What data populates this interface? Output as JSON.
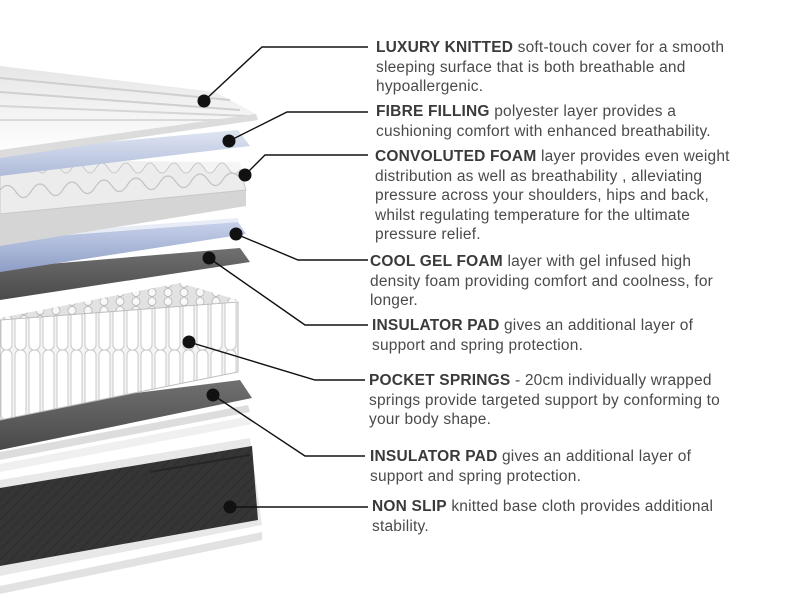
{
  "colors": {
    "text": "#4a4a4a",
    "heading": "#3a3a3a",
    "leader": "#111111",
    "cover": "#f2f2f2",
    "fibre": "#c9d3e8",
    "gel": "#b7c4e0",
    "pad": "#5e5e5e",
    "base": "#3a3a3a"
  },
  "callouts": [
    {
      "id": "luxury-knitted",
      "heading": "LUXURY KNITTED",
      "lines": [
        "soft-touch cover for a smooth",
        "sleeping surface that is both breathable and",
        "hypoallergenic."
      ]
    },
    {
      "id": "fibre-filling",
      "heading": "FIBRE FILLING",
      "lines": [
        "polyester layer provides a",
        "cushioning comfort with enhanced breathability."
      ]
    },
    {
      "id": "convoluted-foam",
      "heading": "CONVOLUTED FOAM",
      "lines": [
        "layer provides even weight",
        "distribution as well as breathability , alleviating",
        "pressure across your shoulders, hips and back,",
        "whilst regulating temperature for the ultimate",
        "pressure relief."
      ]
    },
    {
      "id": "cool-gel-foam",
      "heading": "COOL GEL FOAM",
      "lines": [
        "layer with gel infused high",
        "density foam providing comfort and coolness, for",
        "longer."
      ]
    },
    {
      "id": "insulator-pad-top",
      "heading": "INSULATOR PAD",
      "lines": [
        "gives an additional layer of",
        "support and spring protection."
      ]
    },
    {
      "id": "pocket-springs",
      "heading": "POCKET SPRINGS",
      "lines": [
        "- 20cm individually wrapped",
        "springs provide targeted support by conforming to",
        "your body shape."
      ]
    },
    {
      "id": "insulator-pad-bottom",
      "heading": "INSULATOR PAD",
      "lines": [
        "gives an additional layer of",
        "support and spring protection."
      ]
    },
    {
      "id": "non-slip",
      "heading": "NON SLIP",
      "lines": [
        "knitted base cloth provides additional",
        "stability."
      ]
    }
  ]
}
